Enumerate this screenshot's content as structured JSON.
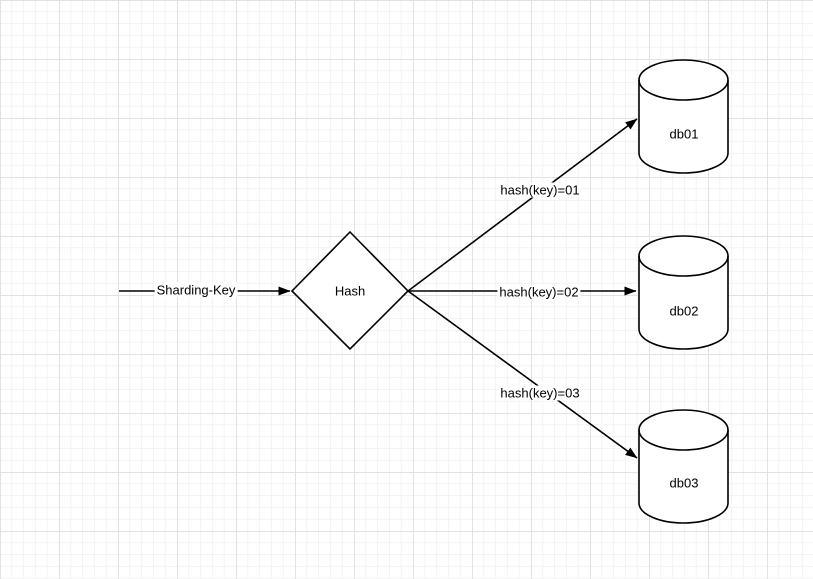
{
  "diagram": {
    "type": "flow-diagram",
    "input": {
      "label": "Sharding-Key"
    },
    "hash_node": {
      "label": "Hash",
      "shape": "diamond"
    },
    "edges": [
      {
        "label": "hash(key)=01",
        "from": "Hash",
        "to": "db01"
      },
      {
        "label": "hash(key)=02",
        "from": "Hash",
        "to": "db02"
      },
      {
        "label": "hash(key)=03",
        "from": "Hash",
        "to": "db03"
      }
    ],
    "databases": [
      {
        "label": "db01",
        "shape": "cylinder"
      },
      {
        "label": "db02",
        "shape": "cylinder"
      },
      {
        "label": "db03",
        "shape": "cylinder"
      }
    ],
    "colors": {
      "stroke": "#000000",
      "shape_fill": "#ffffff",
      "text": "#000000",
      "background": "#ffffff",
      "grid_minor": "#f3f3f3",
      "grid_major": "#e2e2e2"
    }
  }
}
